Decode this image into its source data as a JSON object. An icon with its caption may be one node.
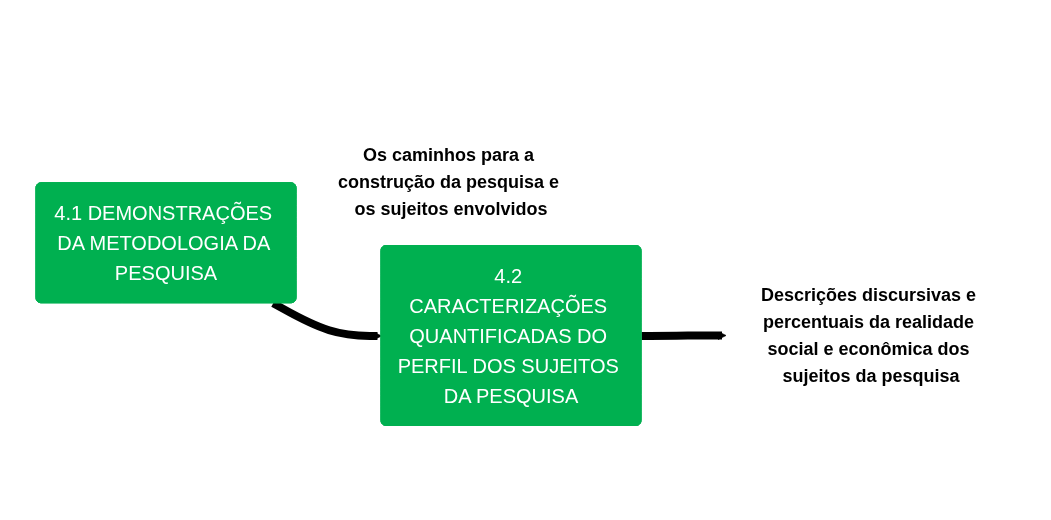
{
  "diagram": {
    "nodes": [
      {
        "text": [
          "4.1 DEMONSTRAÇÕES DA METODOLOGIA DA PESQUISA"
        ],
        "beside": [
          "Os caminhos para a construção da pesquisa e os sujeitos envolvidos"
        ]
      },
      {
        "text": [
          "4.2 CARACTERIZAÇÕES QUANTIFICADAS DO PERFIL DOS SUJEITOS DA PESQUISA"
        ]
      },
      {
        "text": [
          "Descrições discursivas e percentuais da realidade social e econômica dos sujeitos da pesquisa"
        ]
      }
    ],
    "edges": [
      {
        "from": 0,
        "to": 1,
        "arrow": "to"
      },
      {
        "from": 1,
        "to": 2,
        "arrow": "to"
      }
    ]
  }
}
